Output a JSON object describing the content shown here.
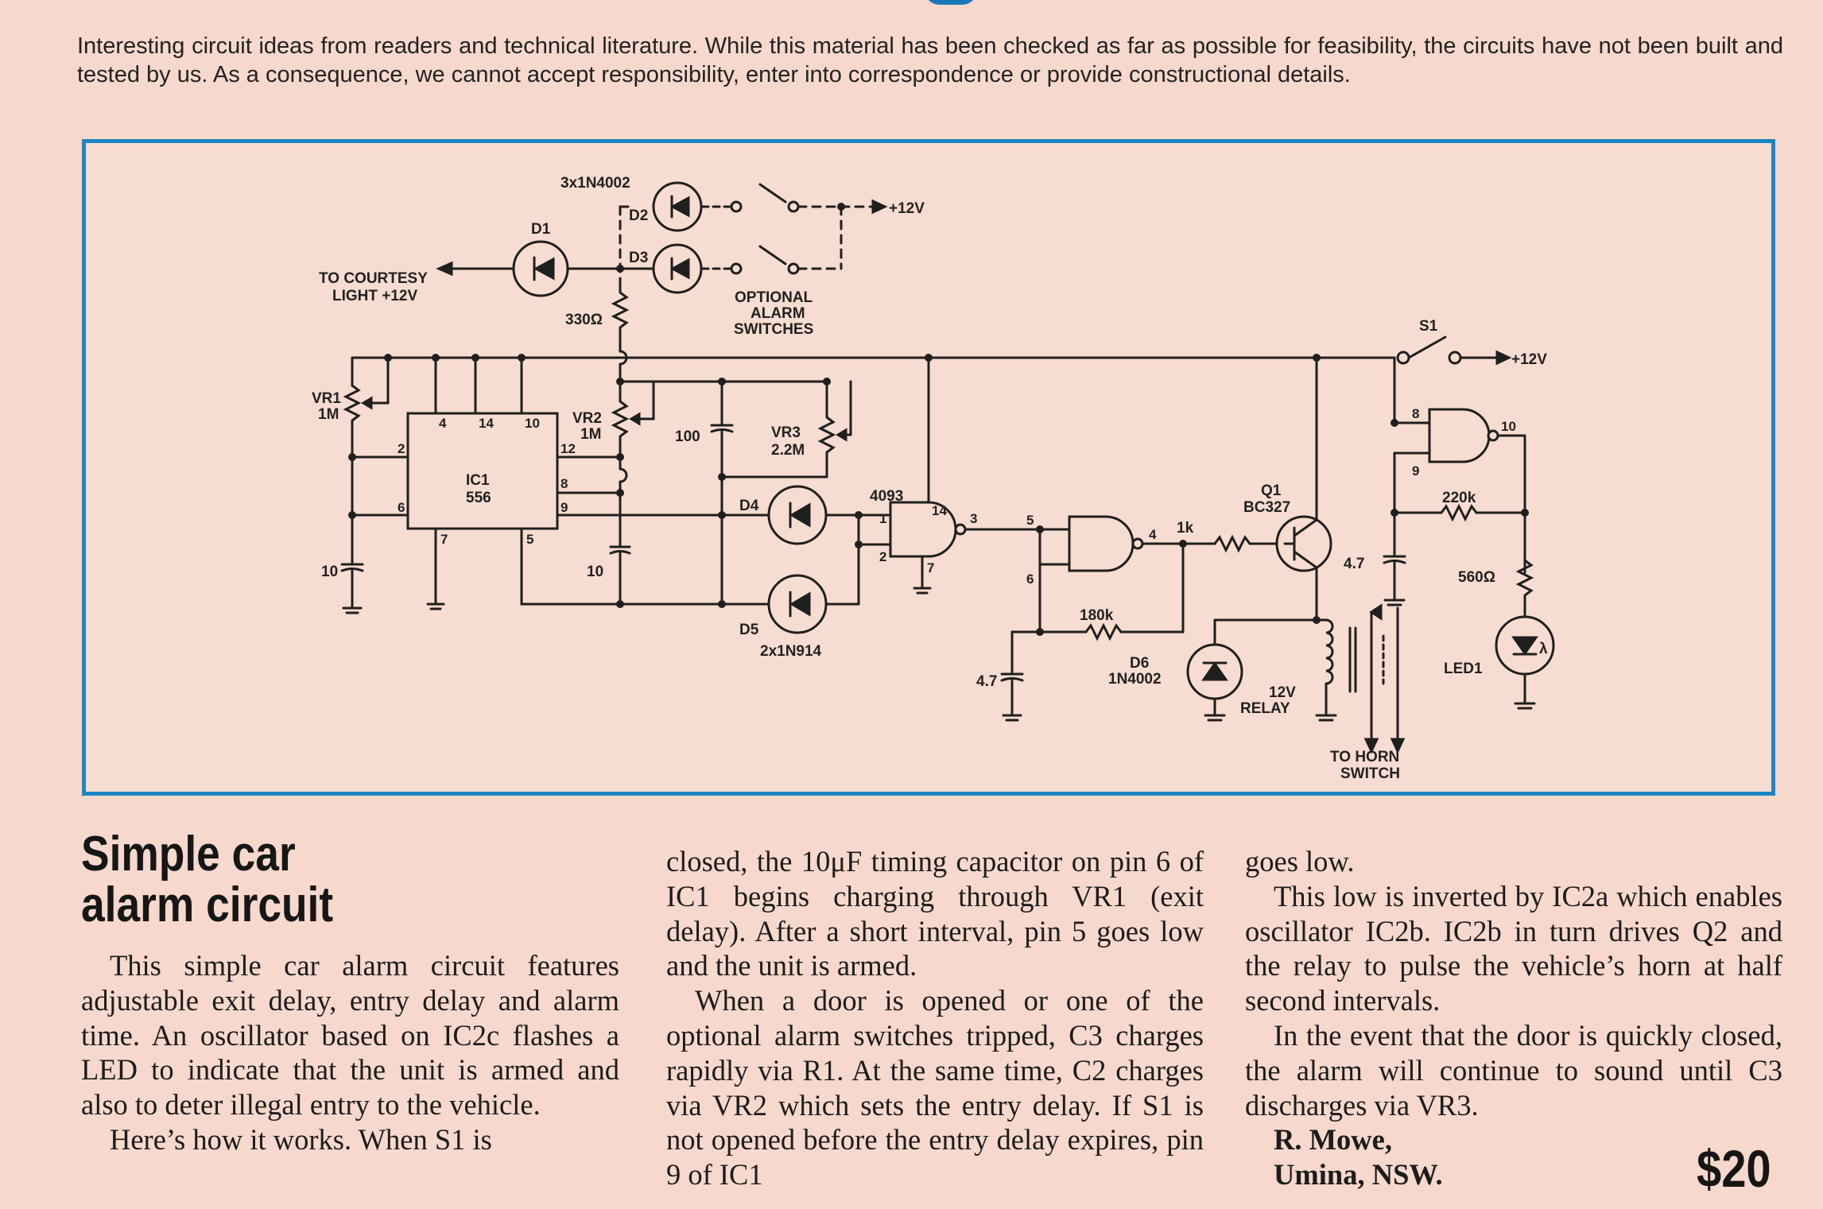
{
  "disclaimer": "Interesting circuit ideas from readers and technical literature. While this material has been checked as far as possible for feasibility, the circuits have not been built and tested by us. As a consequence, we cannot accept responsibility, enter into correspondence or provide constructional details.",
  "article": {
    "title_line1": "Simple car",
    "title_line2": "alarm circuit",
    "col1_p1": "This simple car alarm circuit features adjustable exit delay, entry delay and alarm time. An oscillator based on IC2c flashes a LED to indicate that the unit is armed and also to deter illegal entry to the vehicle.",
    "col1_p2": "Here’s how it works. When S1 is",
    "col2_p1": "closed, the 10μF timing capacitor on pin 6 of IC1 begins charging through VR1 (exit delay). After a short interval, pin 5 goes low and the unit is armed.",
    "col2_p2": "When a door is opened or one of the optional alarm switches tripped, C3 charges rapidly via R1. At the same time, C2 charges via VR2 which sets the entry delay. If S1 is not opened before the entry delay expires, pin 9 of IC1",
    "col3_p1": "goes low.",
    "col3_p2": "This low is inverted by IC2a which enables oscillator IC2b. IC2b in turn drives Q2 and the relay to pulse the vehicle’s horn at half second intervals.",
    "col3_p3": "In the event that the door is quickly closed, the alarm will continue to sound until C3 discharges via VR3.",
    "author_name": "R. Mowe,",
    "author_location": "Umina, NSW.",
    "prize": "$20"
  },
  "schematic": {
    "diodes_label": "3x1N4002",
    "d1": "D1",
    "d2": "D2",
    "d3": "D3",
    "d4": "D4",
    "d5": "D5",
    "d6": "D6",
    "d45_type": "2x1N914",
    "d6_type": "1N4002",
    "courtesy_line1": "TO COURTESY",
    "courtesy_line2": "LIGHT +12V",
    "supply_top": "+12V",
    "supply_right": "+12V",
    "optional_1": "OPTIONAL",
    "optional_2": "ALARM",
    "optional_3": "SWITCHES",
    "r330": "330Ω",
    "s1": "S1",
    "vr1": "VR1",
    "vr1_val": "1M",
    "vr2": "VR2",
    "vr2_val": "1M",
    "vr3": "VR3",
    "vr3_val": "2.2M",
    "ic1": "IC1",
    "ic1_type": "556",
    "c100": "100",
    "c10a": "10",
    "c10b": "10",
    "c47a": "4.7",
    "c47b": "4.7",
    "ic2_type": "4093",
    "r1k": "1k",
    "r180k": "180k",
    "r220k": "220k",
    "r560": "560Ω",
    "q1": "Q1",
    "q1_type": "BC327",
    "relay_1": "12V",
    "relay_2": "RELAY",
    "horn_1": "TO HORN",
    "horn_2": "SWITCH",
    "led": "LED1",
    "lambda": "λ",
    "pins": {
      "p4": "4",
      "p14a": "14",
      "p10a": "10",
      "p2a": "2",
      "p12": "12",
      "p8a": "8",
      "p6a": "6",
      "p9a": "9",
      "p7a": "7",
      "p5a": "5",
      "p1": "1",
      "p14b": "14",
      "p2b": "2",
      "p3": "3",
      "p7b": "7",
      "p5b": "5",
      "p4b": "4",
      "p6b": "6",
      "p8b": "8",
      "p9b": "9",
      "p10b": "10"
    }
  }
}
